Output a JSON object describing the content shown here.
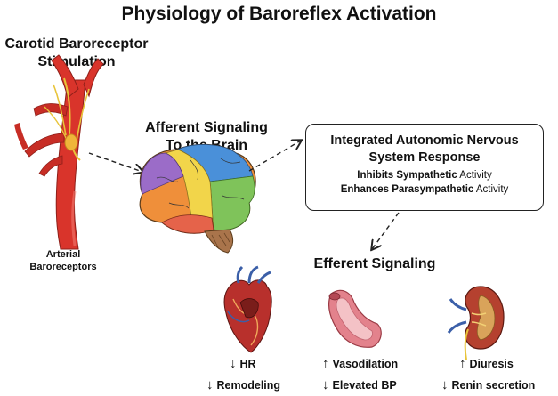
{
  "title": "Physiology of Baroreflex Activation",
  "carotid": {
    "line1": "Carotid Baroreceptor",
    "line2": "Stimulation"
  },
  "arterial": {
    "line1": "Arterial",
    "line2": "Baroreceptors"
  },
  "afferent": {
    "line1": "Afferent Signaling",
    "line2": "To the Brain"
  },
  "integrated": {
    "line1": "Integrated Autonomic Nervous",
    "line2": "System Response",
    "effect1": {
      "bold": "Inhibits Sympathetic",
      "rest": " Activity"
    },
    "effect2": {
      "bold": "Enhances Parasympathetic",
      "rest": " Activity"
    }
  },
  "efferent": "Efferent Signaling",
  "arrows": {
    "down": "↓",
    "up": "↑"
  },
  "heart": {
    "effect1": "HR",
    "effect2": "Remodeling"
  },
  "vessel": {
    "effect1": "Vasodilation",
    "effect2": "Elevated BP"
  },
  "kidney": {
    "effect1": "Diuresis",
    "effect2": "Renin secretion"
  },
  "colors": {
    "artery": "#d9342b",
    "nerve": "#e8c43a",
    "brain_yellow": "#f2d54a",
    "brain_blue": "#4a90d9",
    "brain_green": "#7fc35a",
    "brain_purple": "#9b6cc8",
    "brain_orange": "#ef8f3a",
    "heart_red": "#b8302c",
    "kidney": "#b5412f"
  }
}
